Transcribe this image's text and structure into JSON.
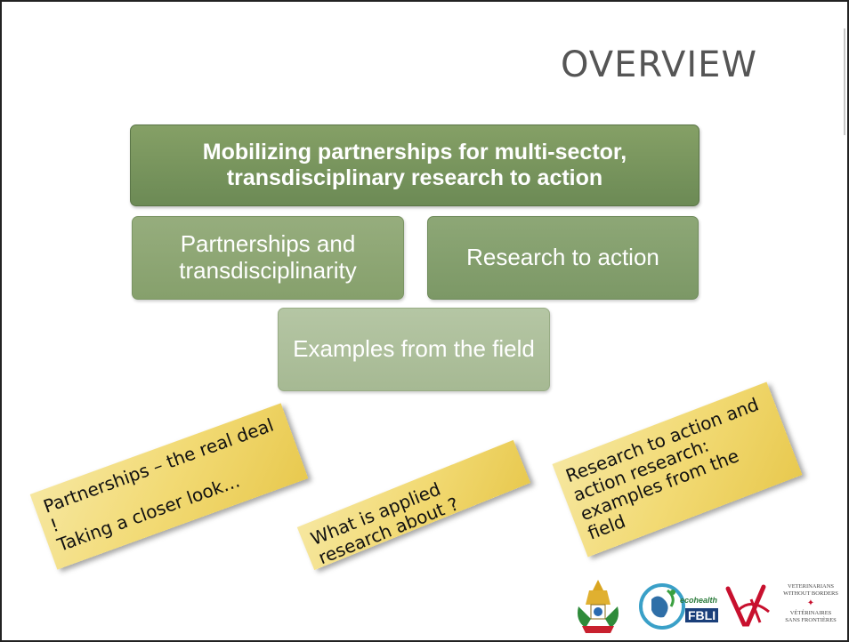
{
  "slide": {
    "title": "OVERVIEW",
    "main_box": "Mobilizing partnerships for multi-sector, transdisciplinary research to action",
    "boxes": {
      "partnerships": "Partnerships and transdisciplinarity",
      "research": "Research to action",
      "examples": "Examples from the field"
    },
    "notes": [
      "Partnerships – the real deal !\nTaking a closer look…",
      "What is applied research about ?",
      "Research to action and action research: examples from the field"
    ],
    "logos": {
      "vwb_line1": "VETERINARIANS",
      "vwb_line2": "WITHOUT BORDERS",
      "vwb_line3": "VÉTÉRINAIRES",
      "vwb_line4": "SANS FRONTIÈRES",
      "fbli_label": "FBLI",
      "ecohealth_label": "ecohealth"
    },
    "colors": {
      "box_dark": "#6c8a55",
      "box_mid": "#86a06c",
      "box_light": "#a6b993",
      "note_yellow": "#f2da74",
      "vwb_red": "#c8102e"
    }
  }
}
